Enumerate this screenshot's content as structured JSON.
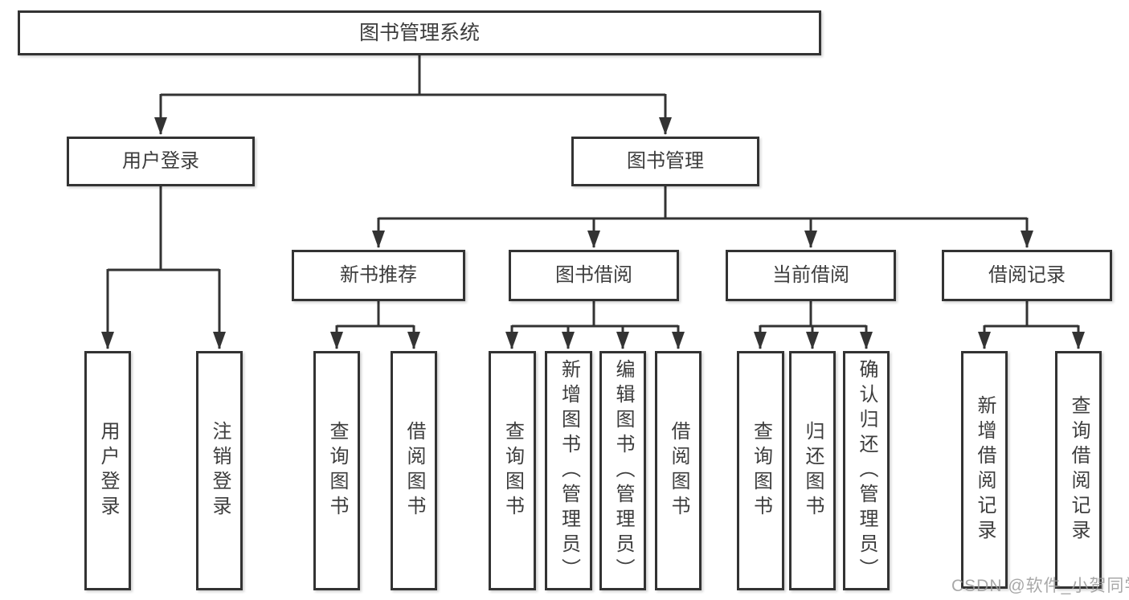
{
  "tree": {
    "root": {
      "label": "图书管理系统"
    },
    "branches": [
      {
        "label": "用户登录",
        "children": [
          {
            "label": "用户登录"
          },
          {
            "label": "注销登录"
          }
        ]
      },
      {
        "label": "图书管理",
        "children": [
          {
            "label": "新书推荐",
            "children": [
              {
                "label": "查询图书"
              },
              {
                "label": "借阅图书"
              }
            ]
          },
          {
            "label": "图书借阅",
            "children": [
              {
                "label": "查询图书"
              },
              {
                "label": "新增图书（管理员）"
              },
              {
                "label": "编辑图书（管理员）"
              },
              {
                "label": "借阅图书"
              }
            ]
          },
          {
            "label": "当前借阅",
            "children": [
              {
                "label": "查询图书"
              },
              {
                "label": "归还图书"
              },
              {
                "label": "确认归还（管理员）"
              }
            ]
          },
          {
            "label": "借阅记录",
            "children": [
              {
                "label": "新增借阅记录"
              },
              {
                "label": "查询借阅记录"
              }
            ]
          }
        ]
      }
    ]
  },
  "watermark": "CSDN @软件_小贺同学",
  "colors": {
    "line": "#333333",
    "border": "#333333",
    "text": "#3d3d3d",
    "watermark": "#9a9a9a",
    "background": "#ffffff"
  }
}
